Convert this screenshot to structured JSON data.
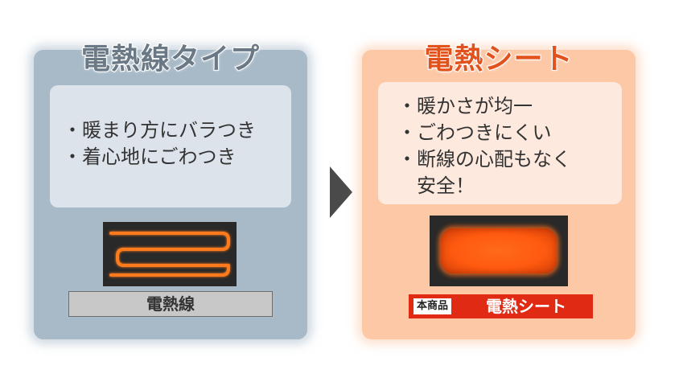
{
  "left": {
    "title": "電熱線タイプ",
    "bullets": [
      "・暖まり方にバラつき",
      "・着心地にごわつき"
    ],
    "label": "電熱線"
  },
  "right": {
    "title": "電熱シート",
    "bullets": [
      "・暖かさが均一",
      "・ごわつきにくい",
      "・断線の心配もなく"
    ],
    "bullet_continuation": "安全！",
    "product_tag": "本商品",
    "label": "電熱シート"
  },
  "colors": {
    "left_panel": "#a8bac8",
    "right_panel": "#fcc8a6",
    "left_title": "#6b7885",
    "right_title": "#e2521c",
    "wire_glow": "#ff7a1e",
    "sheet_glow": "#ff5a10",
    "label_red": "#e02a14",
    "arrow": "#4a4a4a"
  },
  "icons": {
    "arrow": "chevron-right-icon",
    "wire": "heating-wire-icon",
    "sheet": "heating-sheet-icon"
  }
}
